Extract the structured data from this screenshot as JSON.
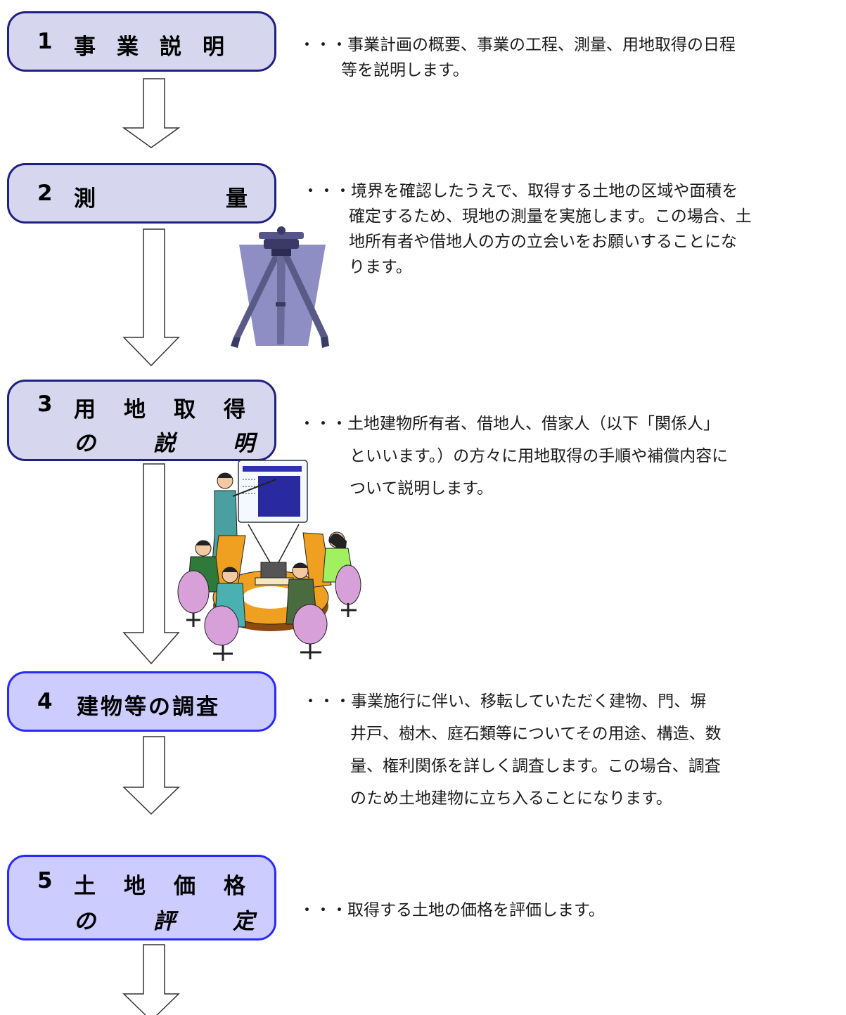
{
  "steps": [
    {
      "number": "1",
      "label_lines": [
        "事業説明"
      ],
      "description_lines": [
        "・・・事業計画の概要、事業の工程、測量、用地取得の日程",
        "等を説明します。"
      ]
    },
    {
      "number": "2",
      "label_lines": [
        "測量"
      ],
      "description_lines": [
        "・・・境界を確認したうえで、取得する土地の区域や面積を",
        "確定するため、現地の測量を実施します。この場合、土",
        "地所有者や借地人の方の立会いをお願いすることにな",
        "ります。"
      ]
    },
    {
      "number": "3",
      "label_lines": [
        "用地取得",
        "の説明"
      ],
      "description_lines": [
        "・・・土地建物所有者、借地人、借家人（以下「関係人」",
        "といいます。）の方々に用地取得の手順や補償内容に",
        "ついて説明します。"
      ]
    },
    {
      "number": "4",
      "label_lines": [
        "建物等の調査"
      ],
      "description_lines": [
        "・・・事業施行に伴い、移転していただく建物、門、塀",
        "井戸、樹木、庭石類等についてその用途、構造、数",
        "量、権利関係を詳しく調査します。この場合、調査",
        "のため土地建物に立ち入ることになります。"
      ]
    },
    {
      "number": "5",
      "label_lines": [
        "土地価格",
        "の評定"
      ],
      "description_lines": [
        "・・・取得する土地の価格を評価します。"
      ]
    }
  ],
  "colors": {
    "box_fill": "#d6d6ee",
    "box_border": "#1f2080",
    "box_fill_highlight": "#ccccff",
    "box_border_highlight": "#2929ff"
  },
  "icons": [
    "survey-tripod-icon",
    "meeting-presentation-icon"
  ]
}
